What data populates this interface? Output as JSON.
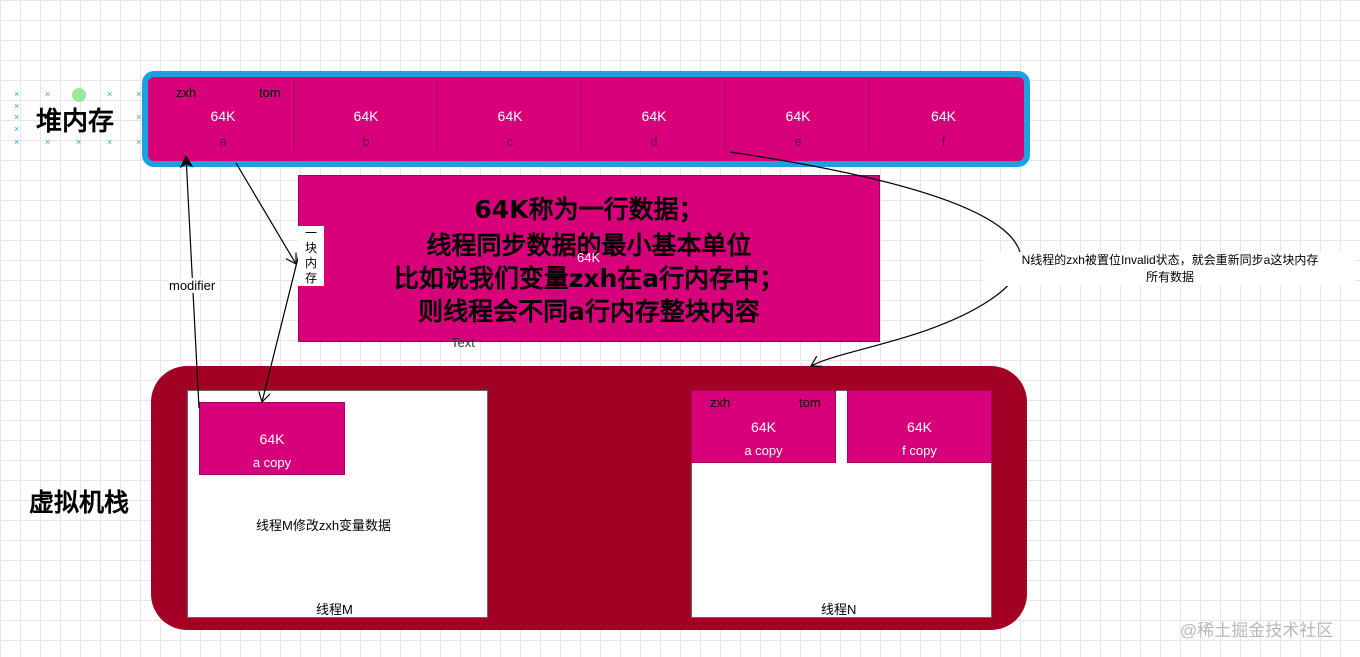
{
  "heap": {
    "title": "堆内存",
    "field_zxh": "zxh",
    "field_tom": "tom",
    "cells": [
      {
        "size": "64K",
        "name": "a"
      },
      {
        "size": "64K",
        "name": "b"
      },
      {
        "size": "64K",
        "name": "c"
      },
      {
        "size": "64K",
        "name": "d"
      },
      {
        "size": "64K",
        "name": "e"
      },
      {
        "size": "64K",
        "name": "f"
      }
    ]
  },
  "info": {
    "lines": [
      "64K称为一行数据；",
      "线程同步数据的最小基本单位",
      "比如说我们变量zxh在a行内存中；",
      "则线程会不同a行内存整块内容"
    ],
    "overlay_size": "64K",
    "text_label": "Text"
  },
  "arrows": {
    "modifier": "modifier",
    "block_memory": [
      "一",
      "块",
      "内",
      "存"
    ],
    "invalid_note_line1": "N线程的zxh被置位Invalid状态，就会重新同步a这块内存",
    "invalid_note_line2": "所有数据"
  },
  "jvm": {
    "title": "虚拟机栈",
    "thread_m": {
      "label": "线程M",
      "note": "线程M修改zxh变量数据",
      "copy": {
        "size": "64K",
        "name": "a copy"
      }
    },
    "thread_n": {
      "label": "线程N",
      "field_zxh": "zxh",
      "field_tom": "tom",
      "copies": [
        {
          "size": "64K",
          "name": "a copy"
        },
        {
          "size": "64K",
          "name": "f copy"
        }
      ]
    }
  },
  "watermark": "@稀土掘金技术社区",
  "colors": {
    "magenta": "#d7007a",
    "heap_border": "#1ba1e2",
    "jvm_bg": "#a20025"
  }
}
